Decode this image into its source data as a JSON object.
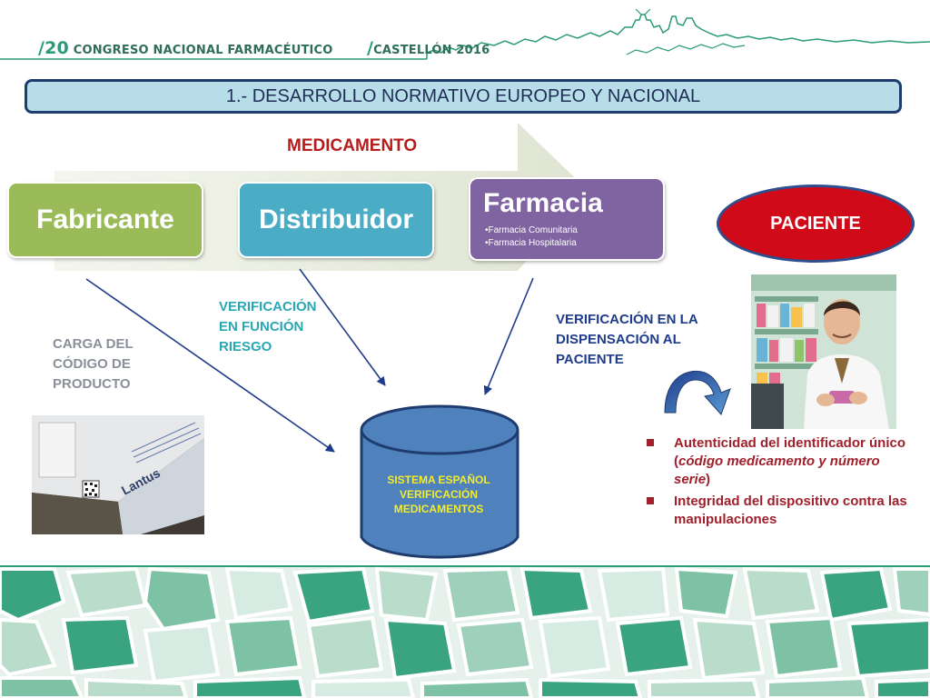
{
  "header": {
    "congress_number": "20",
    "congress_text": "CONGRESO NACIONAL FARMACÉUTICO",
    "city_text": "CASTELLÓN 2016"
  },
  "title": "1.- DESARROLLO NORMATIVO EUROPEO Y NACIONAL",
  "flow": {
    "arrow_label": "MEDICAMENTO",
    "fabricante": "Fabricante",
    "distribuidor": "Distribuidor",
    "farmacia": "Farmacia",
    "farmacia_items": [
      "•Farmacia Comunitaria",
      "•Farmacia Hospitalaria"
    ],
    "paciente": "PACIENTE"
  },
  "notes": {
    "carga": [
      "CARGA DEL",
      "CÓDIGO DE",
      "PRODUCTO"
    ],
    "riesgo": [
      "VERIFICACIÓN",
      "EN FUNCIÓN",
      "RIESGO"
    ],
    "dispensacion": [
      "VERIFICACIÓN EN LA",
      "DISPENSACIÓN AL",
      "PACIENTE"
    ]
  },
  "database": {
    "lines": [
      "SISTEMA ESPAÑOL",
      "VERIFICACIÓN",
      "MEDICAMENTOS"
    ],
    "fill_color": "#4f81bd",
    "border_color": "#1f3c6e",
    "label_color": "#f1ec2e"
  },
  "product_photo": {
    "brand": "Lantus"
  },
  "bullets": {
    "b1_text": "Autenticidad del identificador único (",
    "b1_italic": "código medicamento y número serie",
    "b1_end": ")",
    "b2": "Integridad del dispositivo contra las manipulaciones"
  },
  "colors": {
    "fabricante": "#9bbb59",
    "distribuidor": "#4bacc6",
    "farmacia": "#8064a2",
    "paciente": "#d10a1a",
    "accent_green": "#2a9a78"
  },
  "icons": {
    "curved_arrow": "curved-arrow-down-icon",
    "database": "database-cylinder-icon"
  }
}
